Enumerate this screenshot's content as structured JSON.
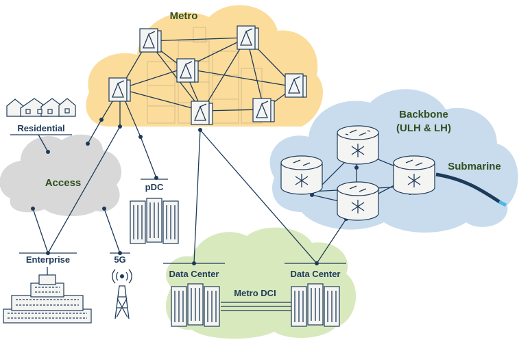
{
  "labels": {
    "metro": "Metro",
    "backbone_line1": "Backbone",
    "backbone_line2": "(ULH & LH)",
    "submarine": "Submarine",
    "access": "Access",
    "residential": "Residential",
    "pdc": "pDC",
    "enterprise": "Enterprise",
    "five_g": "5G",
    "data_center_left": "Data Center",
    "data_center_right": "Data Center",
    "metro_dci": "Metro DCI"
  },
  "colors": {
    "metro_cloud": "#fbdc9a",
    "backbone_cloud": "#c9dced",
    "access_cloud": "#d8d8d8",
    "dci_cloud": "#d9e9be",
    "line": "#1d3a5a",
    "submarine_tip": "#4fb6e6"
  },
  "icons": [
    "photonic-switch-icon",
    "router-icon",
    "server-rack-icon",
    "houses-icon",
    "office-building-icon",
    "cell-tower-icon",
    "submarine-cable-icon"
  ]
}
